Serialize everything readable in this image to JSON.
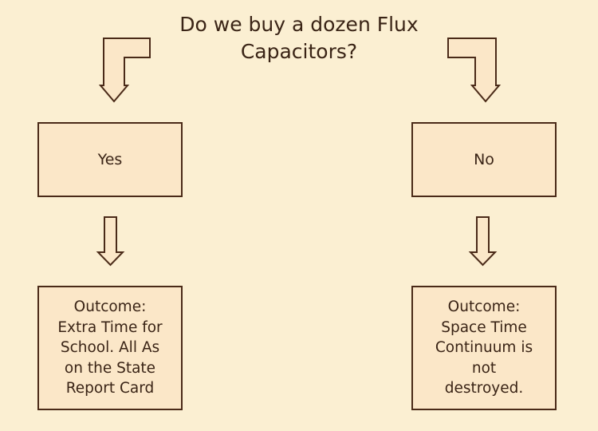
{
  "question_lines": [
    "Do we buy a dozen Flux",
    "Capacitors?"
  ],
  "branches": [
    {
      "choice": "Yes",
      "outcome_lines": [
        "Outcome:",
        "Extra Time for",
        "School. All As",
        "on the State",
        "Report Card"
      ]
    },
    {
      "choice": "No",
      "outcome_lines": [
        "Outcome:",
        "Space Time",
        "Continuum is",
        "not",
        "destroyed."
      ]
    }
  ],
  "colors": {
    "background": "#fbefd2",
    "box_fill": "#fbe7c8",
    "stroke": "#4a2a18",
    "text": "#3a2416"
  }
}
